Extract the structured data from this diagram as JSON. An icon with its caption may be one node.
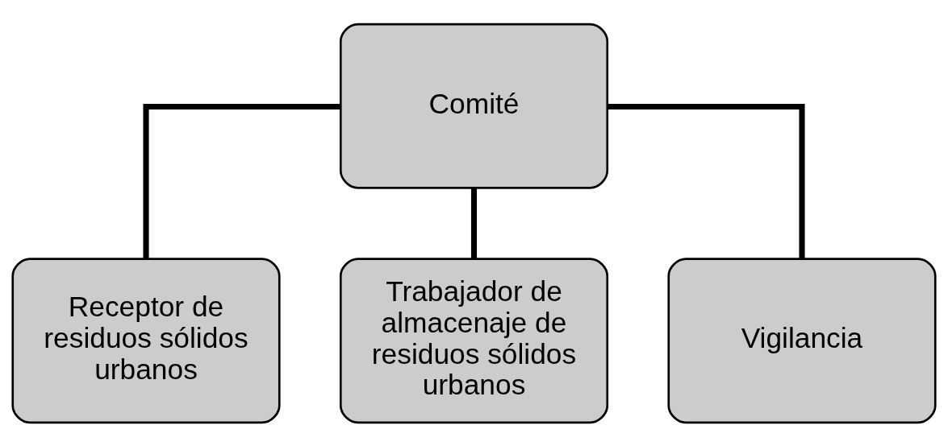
{
  "diagram": {
    "nodes": [
      {
        "text": [
          "Comité"
        ]
      },
      {
        "text": [
          "Receptor de residuos sólidos urbanos"
        ]
      },
      {
        "text": [
          "Trabajador de almacenaje de residuos sólidos urbanos"
        ]
      },
      {
        "text": [
          "Vigilancia"
        ]
      }
    ],
    "edges": [
      {
        "from": 0,
        "to": 1,
        "arrow": "none"
      },
      {
        "from": 0,
        "to": 2,
        "arrow": "none"
      },
      {
        "from": 0,
        "to": 3,
        "arrow": "none"
      }
    ]
  }
}
